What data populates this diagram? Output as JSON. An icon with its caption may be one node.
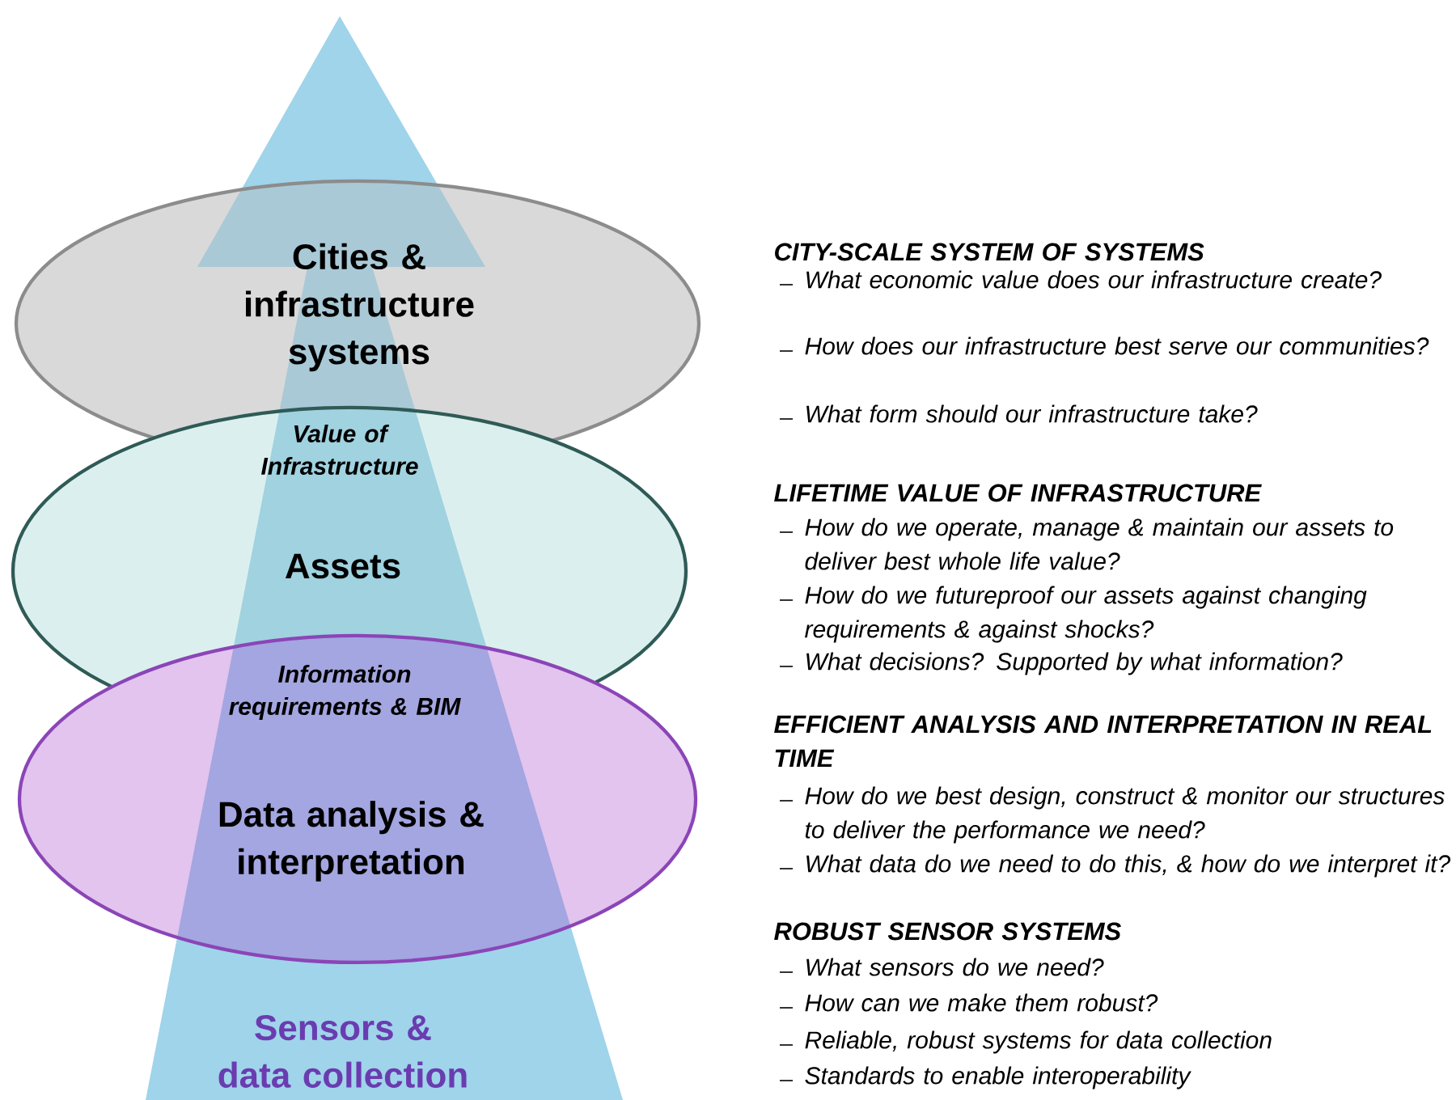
{
  "diagram": {
    "nodes": [
      {
        "text": [
          "Cities & infrastructure systems"
        ]
      },
      {
        "text": [
          "Assets"
        ]
      },
      {
        "text": [
          "Data analysis & interpretation"
        ]
      },
      {
        "text": [
          "Sensors & data collection"
        ]
      }
    ],
    "labels": [
      "Value of Infrastructure",
      "Information requirements & BIM",
      "CITY-SCALE SYSTEM OF SYSTEMS",
      "What economic value does our infrastructure create?",
      "How does our infrastructure best serve our communities?",
      "What form should our infrastructure take?",
      "LIFETIME VALUE OF INFRASTRUCTURE",
      "How do we operate, manage & maintain our assets to deliver best whole life value?",
      "How do we futureproof our assets against changing requirements & against shocks?",
      "What decisions? Supported by what information?",
      "EFFICIENT ANALYSIS AND INTERPRETATION IN REAL TIME",
      "How do we best design, construct & monitor our structures to deliver the performance we need?",
      "What data do we need to do this, & how do we interpret it?",
      "ROBUST SENSOR SYSTEMS",
      "What sensors do we need?",
      "How can we make them robust?",
      "Reliable, robust systems for data collection",
      "Standards to enable interoperability"
    ]
  }
}
